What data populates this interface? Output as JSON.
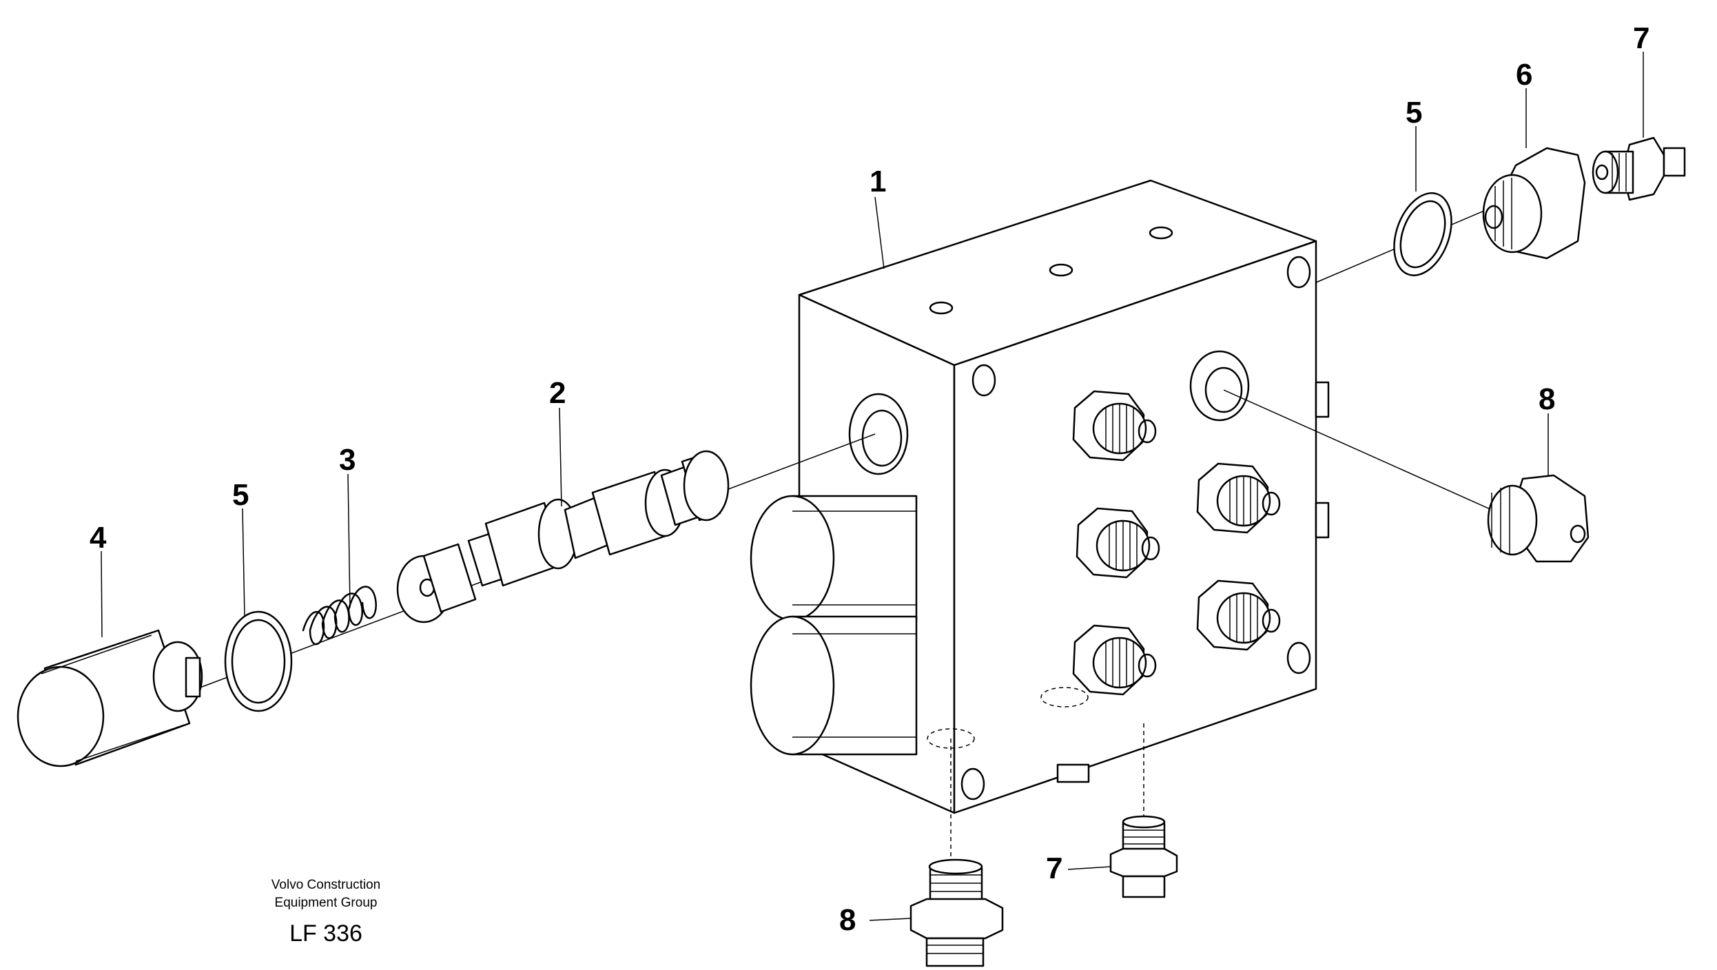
{
  "callouts": {
    "c1": "1",
    "c2": "2",
    "c3": "3",
    "c4": "4",
    "c5_left": "5",
    "c5_right": "5",
    "c6": "6",
    "c7_top": "7",
    "c7_bottom": "7",
    "c8_right": "8",
    "c8_bottom": "8"
  },
  "caption": {
    "line1": "Volvo Construction",
    "line2": "Equipment Group",
    "code": "LF 336"
  }
}
